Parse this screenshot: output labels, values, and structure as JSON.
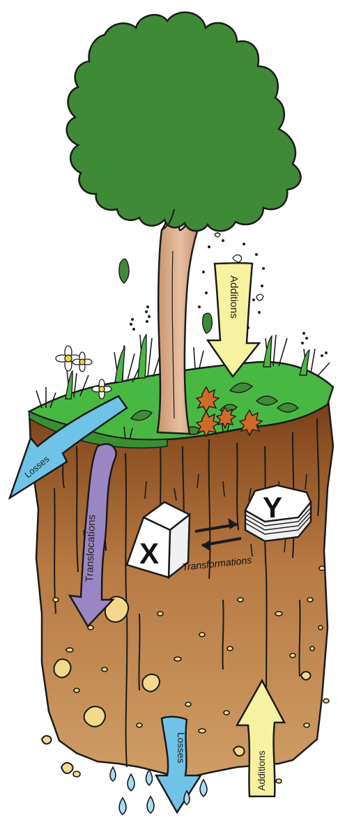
{
  "labels": {
    "additions_top": "Additions",
    "losses_left": "Losses",
    "translocations": "Translocations",
    "transformations": "Transformations",
    "x_block": "X",
    "y_block": "Y",
    "losses_bottom": "Losses",
    "additions_bottom": "Additions"
  },
  "colors": {
    "canopy": "#3f8a37",
    "grass": "#49b842",
    "soil_top": "#8a4e22",
    "soil_mid": "#b77a43",
    "soil_low": "#c99761",
    "trunk": "#dcb08e",
    "arrow_additions": "#f6f2a0",
    "arrow_losses": "#6fc3e6",
    "arrow_translocations": "#9b86c4",
    "rock": "#f3d98c",
    "water": "#a7dcf3"
  },
  "icons": [
    "tree-canopy",
    "tree-trunk",
    "leaf-icon",
    "daisy-icon",
    "raindrop-icon",
    "rock-icon",
    "equilibrium-arrows-icon"
  ]
}
